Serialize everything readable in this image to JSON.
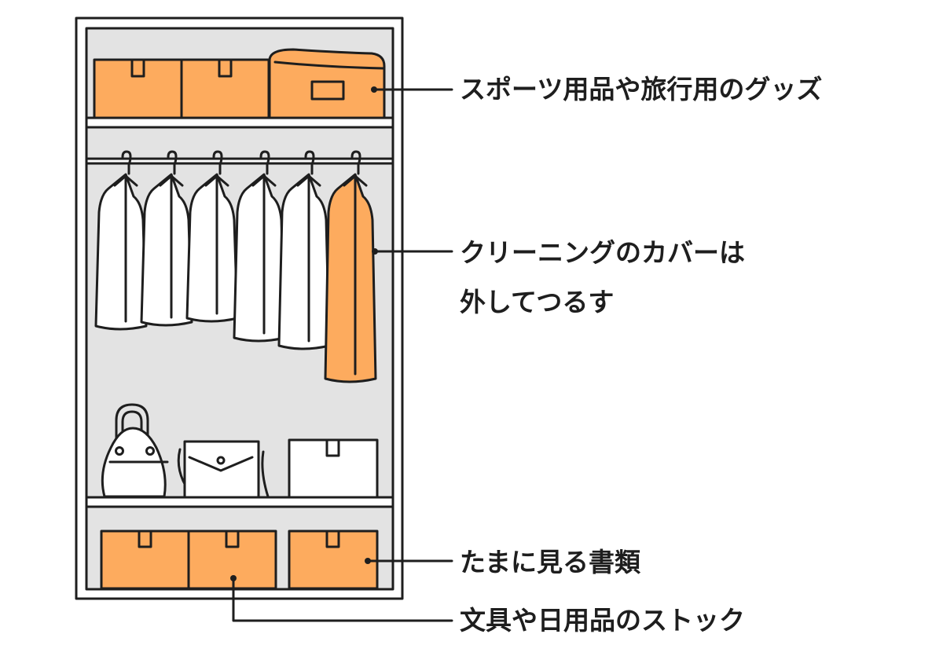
{
  "colors": {
    "orange": "#fdab5e",
    "gray": "#e3e3e3",
    "line": "#1e1e1e",
    "white": "#ffffff"
  },
  "labels": {
    "top_shelf": "スポーツ用品や旅行用のグッズ",
    "hanging_line1": "クリーニングのカバーは",
    "hanging_line2": "外してつるす",
    "bottom_right": "たまに見る書類",
    "bottom_middle": "文具や日用品のストック"
  }
}
